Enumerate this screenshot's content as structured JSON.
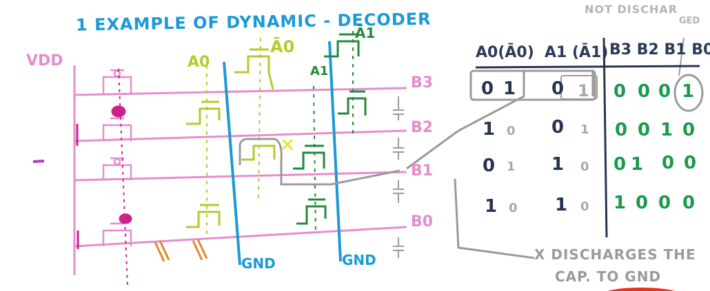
{
  "title": "1 EXAMPLE OF DYNAMIC - DECODER",
  "note_top": "NOT DISCHAR",
  "note_top_2": "GED",
  "vdd_label": "VDD",
  "bus_labels": [
    "B3",
    "B2",
    "B1",
    "B0"
  ],
  "gate_labels": {
    "a0": "A0",
    "a0_bar": "Ā0",
    "a1": "A1",
    "a1_bar": "Ā1"
  },
  "x_mark": "X",
  "gnd_labels": [
    "GND",
    "GND"
  ],
  "truth_table": {
    "headers": {
      "a0": "A0(Ā0)",
      "a1": "A1 (Ā1)",
      "b": "B3 B2 B1 B0"
    },
    "rows": [
      {
        "a0": "0",
        "a0n": "1",
        "a1": "0",
        "a1n": "1",
        "b": [
          "0",
          "0",
          "0",
          "1"
        ]
      },
      {
        "a0": "1",
        "a0n": "0",
        "a1": "0",
        "a1n": "1",
        "b": [
          "0",
          "0",
          "1",
          "0"
        ]
      },
      {
        "a0": "0",
        "a0n": "1",
        "a1": "1",
        "a1n": "0",
        "b": [
          "0",
          "1",
          "0",
          "0"
        ]
      },
      {
        "a0": "1",
        "a0n": "0",
        "a1": "1",
        "a1n": "0",
        "b": [
          "1",
          "0",
          "0",
          "0"
        ]
      }
    ]
  },
  "note_bottom": "X DISCHARGES THE",
  "note_bottom_2": "CAP. TO GND",
  "colors": {
    "pink": "#e68ccd",
    "blue": "#1a9ad6",
    "yellow_green": "#b7c92c",
    "dark_green": "#218a3a",
    "grey": "#a9a9a9",
    "navy": "#26344f",
    "green_text": "#1a9a4a",
    "magenta": "#cf1f8a",
    "orange": "#e08a2c",
    "red": "#e5331d"
  }
}
